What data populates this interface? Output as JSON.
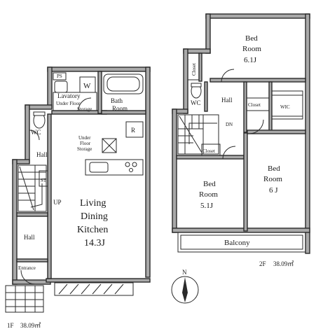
{
  "floors": {
    "first": {
      "label": "1F",
      "area": "38.09㎡"
    },
    "second": {
      "label": "2F",
      "area": "38.09㎡"
    }
  },
  "rooms_1f": {
    "ps": "PS",
    "lavatory": "Lavatory",
    "under_floor_storage_upper": [
      "Under Floor",
      "Storage"
    ],
    "bath_room": [
      "Bath",
      "Room"
    ],
    "wc": "WC",
    "hall_upper": "Hall",
    "under_floor_storage_ldk": [
      "Under",
      "Floor",
      "Storage"
    ],
    "ldk": [
      "Living",
      "Dining",
      "Kitchen",
      "14.3J"
    ],
    "st": "ST",
    "up": "UP",
    "hall_lower": "Hall",
    "entrance": "Entrance",
    "w_mark": "W",
    "r_mark": "R"
  },
  "rooms_2f": {
    "bed_6_1": [
      "Bed",
      "Room",
      "6.1J"
    ],
    "closet_vertical": "Closet",
    "wc": "WC",
    "hall": "Hall",
    "closet_hall": "Closet",
    "wic": "WIC",
    "dn": "DN",
    "closet_small": "Closet",
    "bed_5_1": [
      "Bed",
      "Room",
      "5.1J"
    ],
    "bed_6": [
      "Bed",
      "Room",
      "6 J"
    ],
    "balcony": "Balcony"
  },
  "compass": {
    "north": "N"
  },
  "colors": {
    "wall": "#a9a9a9",
    "line": "#2a2a2a"
  }
}
